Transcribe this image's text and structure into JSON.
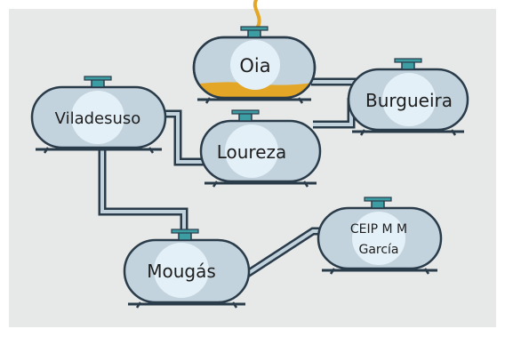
{
  "colors": {
    "panel": "#e7e9e8",
    "tank_fill": "#c3d3dd",
    "outline": "#2a3b4a",
    "cap": "#3c9ea3",
    "label_disc": "#e4f0f8",
    "water": "#e3a626"
  },
  "tanks": {
    "oia": {
      "label": "Oia"
    },
    "burgueira": {
      "label": "Burgueira"
    },
    "viladesuso": {
      "label": "Viladesuso"
    },
    "loureza": {
      "label": "Loureza"
    },
    "mougas": {
      "label": "Mougás"
    },
    "ceip": {
      "label_line1": "CEIP M M",
      "label_line2": "García"
    }
  }
}
